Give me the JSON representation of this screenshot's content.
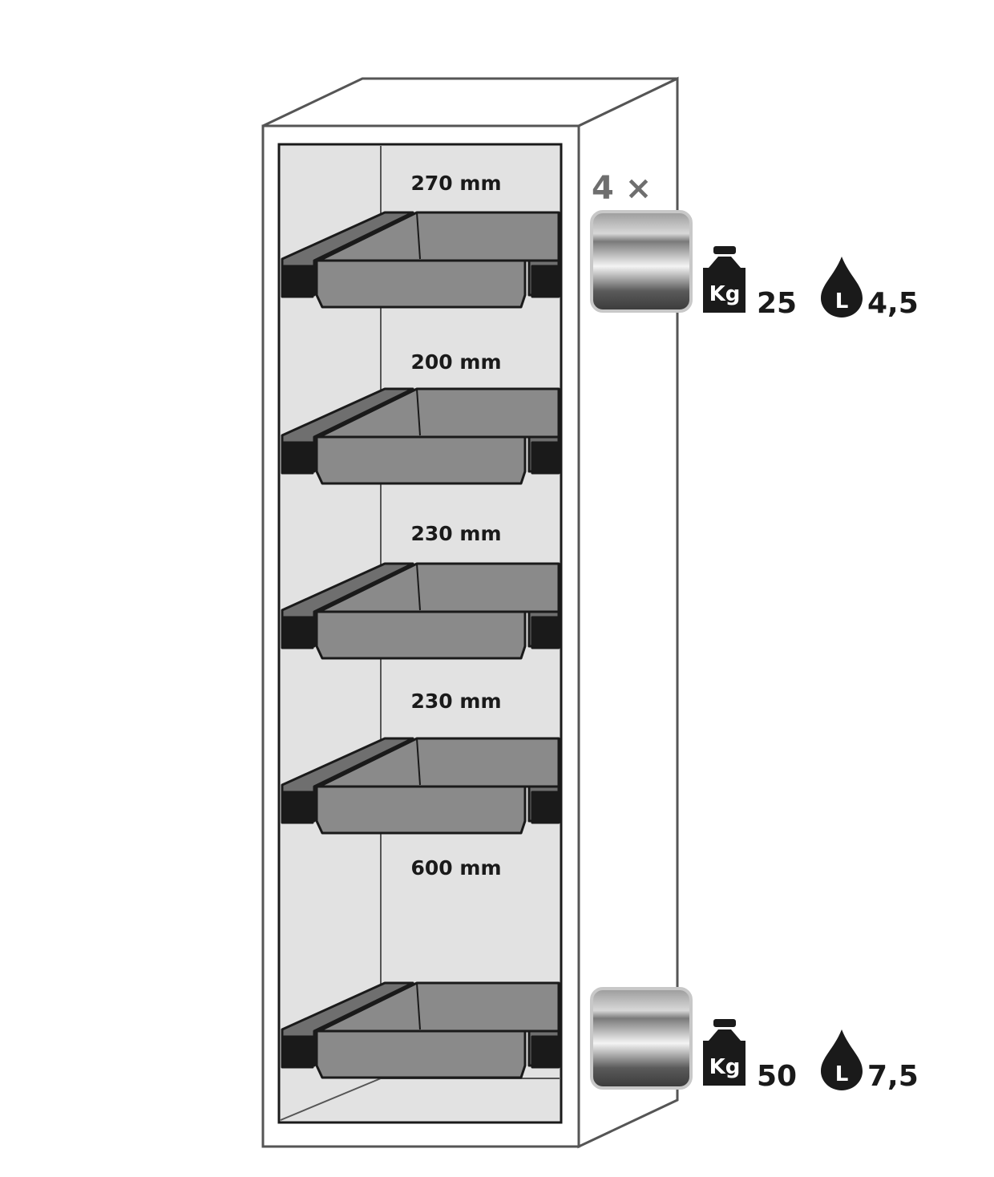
{
  "colors": {
    "cabinet_line": "#555555",
    "interior": "#e2e2e2",
    "shelf": "#8a8a8a",
    "outline": "#1a1a1a",
    "multiplier_text": "#6e6e6e"
  },
  "clearances": [
    "270 mm",
    "200 mm",
    "230 mm",
    "230 mm",
    "600 mm"
  ],
  "shelf_count": 5,
  "shelf_type": {
    "multiplier": "4 ×",
    "load_kg": "25",
    "volume_l": "4,5",
    "weight_icon_label": "Kg",
    "drop_icon_label": "L"
  },
  "bottom_tray": {
    "load_kg": "50",
    "volume_l": "7,5",
    "weight_icon_label": "Kg",
    "drop_icon_label": "L"
  },
  "icons": [
    "weight-icon",
    "liquid-drop-icon",
    "tray-swatch-icon"
  ]
}
